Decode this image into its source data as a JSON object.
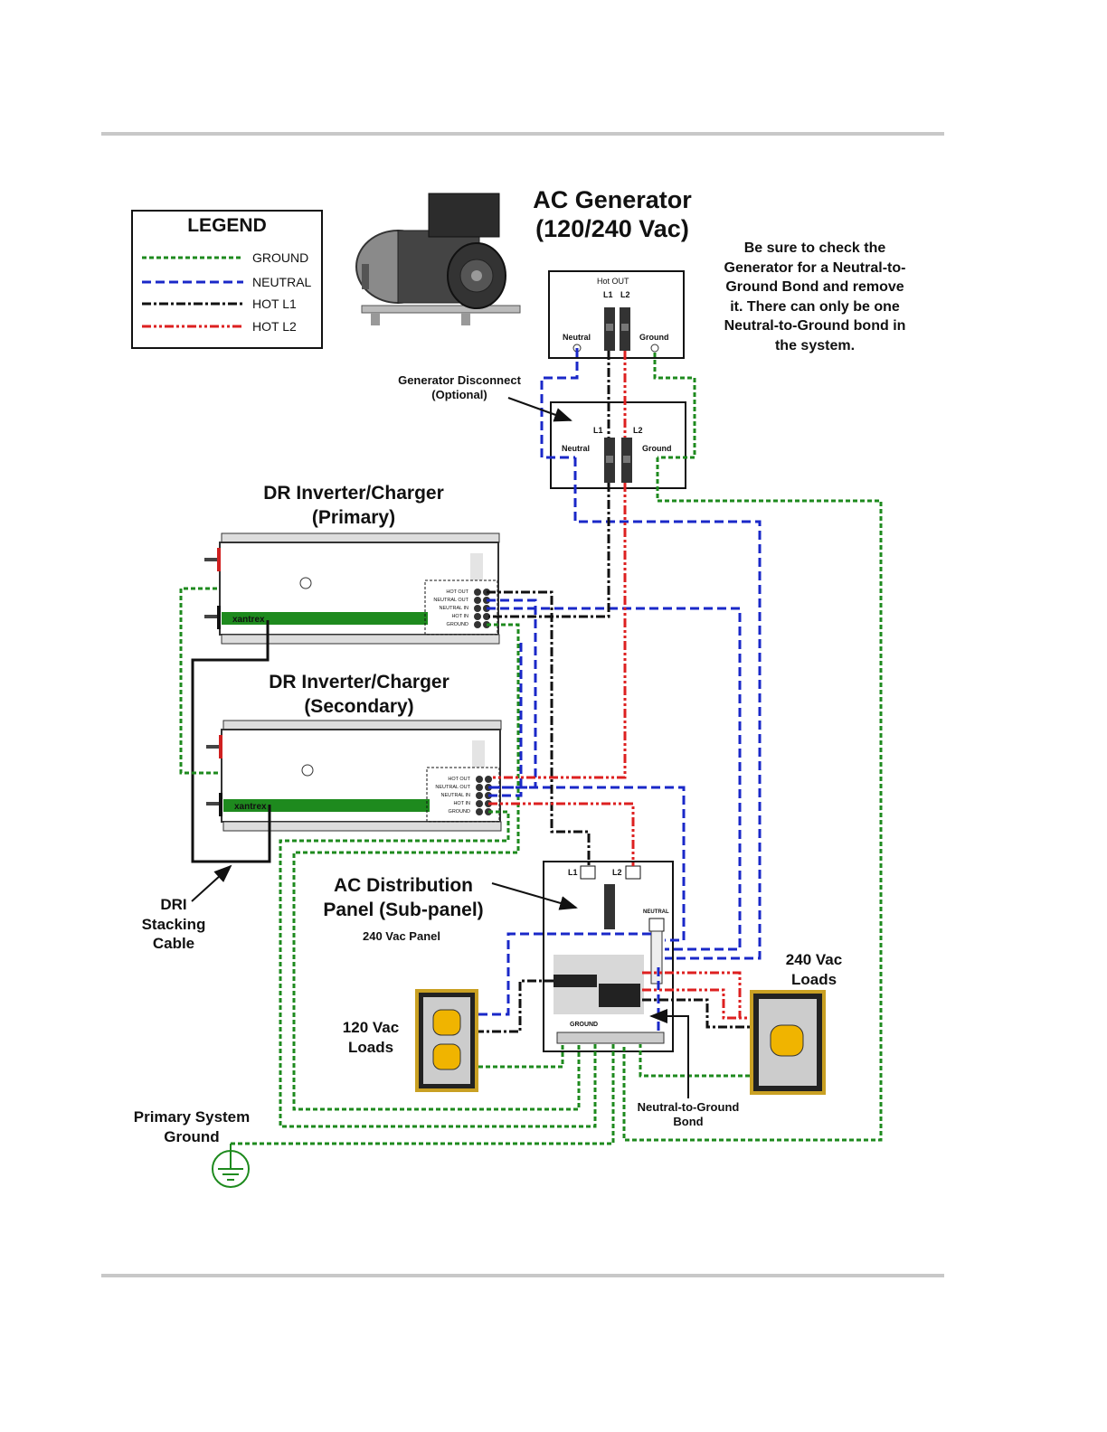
{
  "legend": {
    "title": "LEGEND",
    "items": [
      {
        "label": "GROUND",
        "color": "#1e8a1e"
      },
      {
        "label": "NEUTRAL",
        "color": "#1a28c8"
      },
      {
        "label": "HOT L1",
        "color": "#111111"
      },
      {
        "label": "HOT L2",
        "color": "#dd2020"
      }
    ]
  },
  "generator": {
    "title_line1": "AC Generator",
    "title_line2": "(120/240 Vac)",
    "box_header": "Hot OUT",
    "l1": "L1",
    "l2": "L2",
    "neutral": "Neutral",
    "ground": "Ground"
  },
  "warning_note": {
    "lines": [
      "Be sure to check the",
      "Generator for a Neutral-to-",
      "Ground Bond and remove",
      "it.  There can only be one",
      "Neutral-to-Ground bond in",
      "the system."
    ]
  },
  "disconnect": {
    "label_line1": "Generator Disconnect",
    "label_line2": "(Optional)",
    "l1": "L1",
    "l2": "L2",
    "neutral": "Neutral",
    "ground": "Ground"
  },
  "inverter_primary": {
    "title_line1": "DR Inverter/Charger",
    "title_line2": "(Primary)",
    "brand": "xantrex",
    "terminals": [
      "HOT OUT",
      "NEUTRAL OUT",
      "NEUTRAL IN",
      "HOT IN",
      "GROUND"
    ]
  },
  "inverter_secondary": {
    "title_line1": "DR Inverter/Charger",
    "title_line2": "(Secondary)",
    "brand": "xantrex",
    "terminals": [
      "HOT OUT",
      "NEUTRAL OUT",
      "NEUTRAL IN",
      "HOT IN",
      "GROUND"
    ]
  },
  "dri_cable": {
    "lines": [
      "DRI",
      "Stacking",
      "Cable"
    ]
  },
  "distribution_panel": {
    "title_line1": "AC Distribution",
    "title_line2": "Panel (Sub-panel)",
    "subtitle": "240 Vac Panel",
    "l1": "L1",
    "l2": "L2",
    "neutral": "NEUTRAL",
    "ground": "GROUND"
  },
  "loads_120": {
    "line1": "120 Vac",
    "line2": "Loads"
  },
  "loads_240": {
    "line1": "240 Vac",
    "line2": "Loads"
  },
  "bond_label": {
    "line1": "Neutral-to-Ground",
    "line2": "Bond"
  },
  "system_ground": {
    "line1": "Primary System",
    "line2": "Ground"
  }
}
